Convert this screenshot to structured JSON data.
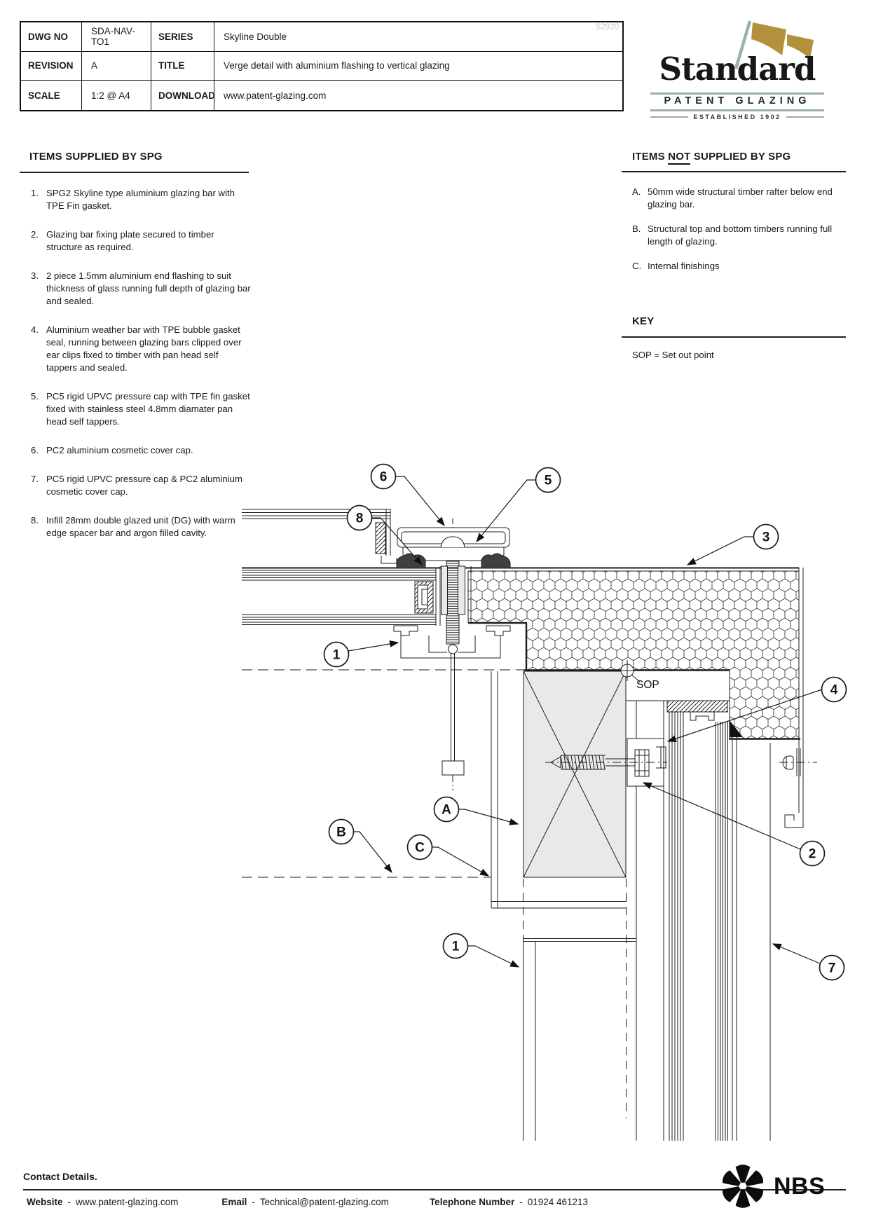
{
  "title_block": {
    "dwg_no_label": "DWG NO",
    "dwg_no": "SDA-NAV-TO1",
    "series_label": "SERIES",
    "series": "Skyline Double",
    "revision_label": "REVISION",
    "revision": "A",
    "title_label": "TITLE",
    "title": "Verge detail with aluminium flashing to vertical glazing",
    "scale_label": "SCALE",
    "scale": "1:2 @ A4",
    "download_label": "DOWNLOAD",
    "download": "www.patent-glazing.com",
    "watermark": "S2920"
  },
  "logo": {
    "name": "Standard",
    "tagline": "PATENT GLAZING",
    "established": "ESTABLISHED 1902"
  },
  "supplied": {
    "heading": "ITEMS SUPPLIED BY SPG",
    "items": [
      {
        "num": "1.",
        "text": "SPG2 Skyline type aluminium glazing bar with TPE Fin gasket."
      },
      {
        "num": "2.",
        "text": "Glazing bar fixing plate secured to timber structure as required."
      },
      {
        "num": "3.",
        "text": "2 piece 1.5mm aluminium end flashing to suit thickness of glass running full depth of glazing bar and sealed."
      },
      {
        "num": "4.",
        "text": "Aluminium weather bar with TPE bubble gasket seal, running between glazing bars clipped over ear clips fixed to timber with pan head self tappers and sealed."
      },
      {
        "num": "5.",
        "text": "PC5 rigid UPVC pressure cap with TPE fin gasket fixed with stainless steel 4.8mm diamater pan head self tappers."
      },
      {
        "num": "6.",
        "text": "PC2 aluminium cosmetic cover cap."
      },
      {
        "num": "7.",
        "text": "PC5 rigid UPVC pressure cap & PC2 aluminium cosmetic cover cap."
      },
      {
        "num": "8.",
        "text": "Infill 28mm double glazed unit (DG) with warm edge spacer bar and argon filled cavity."
      }
    ]
  },
  "not_supplied": {
    "heading_pre": "ITEMS ",
    "heading_not": "NOT",
    "heading_post": " SUPPLIED BY SPG",
    "items": [
      {
        "num": "A.",
        "text": "50mm wide structural timber rafter below end glazing bar."
      },
      {
        "num": "B.",
        "text": "Structural top and bottom timbers running full length of glazing."
      },
      {
        "num": "C.",
        "text": "Internal finishings"
      }
    ]
  },
  "key": {
    "heading": "KEY",
    "entry": "SOP = Set out point"
  },
  "drawing": {
    "sop": "SOP",
    "callouts": [
      {
        "id": "callout-6",
        "label": "6"
      },
      {
        "id": "callout-5",
        "label": "5"
      },
      {
        "id": "callout-8",
        "label": "8"
      },
      {
        "id": "callout-3",
        "label": "3"
      },
      {
        "id": "callout-1-upper",
        "label": "1"
      },
      {
        "id": "callout-4",
        "label": "4"
      },
      {
        "id": "callout-2",
        "label": "2"
      },
      {
        "id": "callout-A",
        "label": "A"
      },
      {
        "id": "callout-B",
        "label": "B"
      },
      {
        "id": "callout-C",
        "label": "C"
      },
      {
        "id": "callout-1-lower",
        "label": "1"
      },
      {
        "id": "callout-7",
        "label": "7"
      }
    ]
  },
  "footer": {
    "heading": "Contact Details.",
    "website_label": "Website",
    "website": "www.patent-glazing.com",
    "email_label": "Email",
    "email": "Technical@patent-glazing.com",
    "phone_label": "Telephone Number",
    "phone": "01924 461213",
    "sep": "-"
  },
  "nbs_label": "NBS",
  "colors": {
    "line": "#1c1c1c",
    "timber_fill": "#e9e9e9",
    "logo_gold": "#b3913c",
    "logo_grey": "#9bb0ad"
  }
}
